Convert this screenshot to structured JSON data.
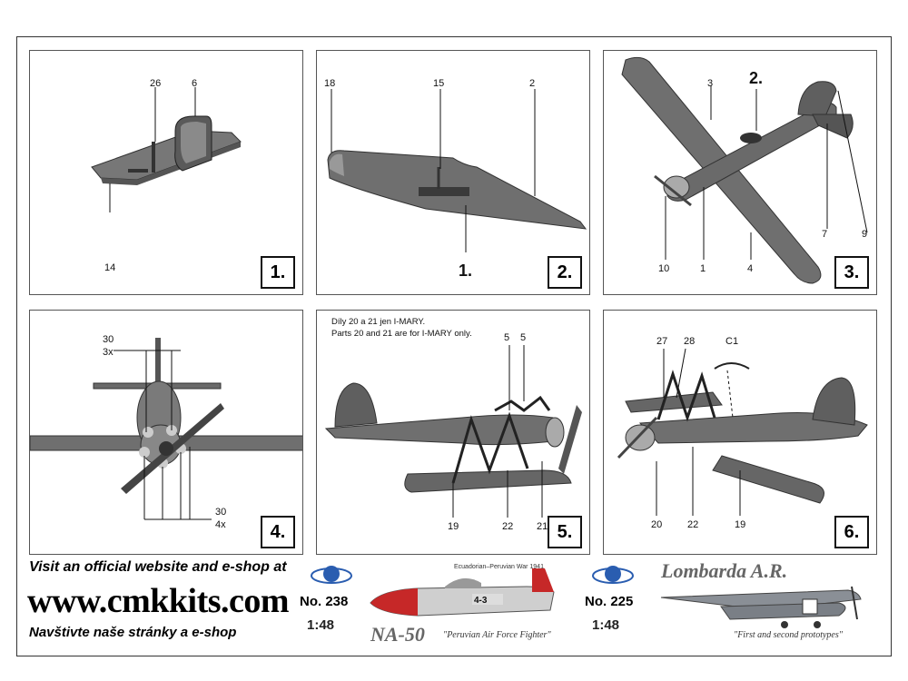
{
  "panels": {
    "p1": {
      "step": "1.",
      "labels": {
        "a": "26",
        "b": "6",
        "c": "14"
      }
    },
    "p2": {
      "step": "2.",
      "labels": {
        "a": "18",
        "b": "15",
        "c": "2",
        "sub": "1."
      }
    },
    "p3": {
      "step": "3.",
      "labels": {
        "a": "3",
        "b": "2.",
        "c": "9",
        "d": "7",
        "e": "10",
        "f": "1",
        "g": "4"
      }
    },
    "p4": {
      "step": "4.",
      "labels": {
        "a": "30",
        "b": "3x",
        "c": "30",
        "d": "4x"
      }
    },
    "p5": {
      "step": "5.",
      "note1": "Díly 20 a 21 jen I-MARY.",
      "note2": "Parts 20 and 21 are for I-MARY only.",
      "labels": {
        "a": "5",
        "b": "5",
        "c": "19",
        "d": "22",
        "e": "21"
      }
    },
    "p6": {
      "step": "6.",
      "labels": {
        "a": "27",
        "b": "28",
        "c": "C1",
        "d": "20",
        "e": "22",
        "f": "19"
      }
    }
  },
  "footer": {
    "visit_en": "Visit an official website and e-shop at",
    "url": "www.cmkkits.com",
    "visit_cz": "Navštivte naše stránky a e-shop",
    "kit1": {
      "number": "No. 238",
      "scale": "1:48",
      "name": "NA-50",
      "subtitle": "\"Peruvian Air Force Fighter\"",
      "caption": "Ecuadorian–Peruvian War 1941",
      "marking": "4-3"
    },
    "kit2": {
      "number": "No. 225",
      "scale": "1:48",
      "name": "Lombarda A.R.",
      "subtitle": "\"First and second prototypes\""
    }
  },
  "colors": {
    "aircraft": "#6f6f6f",
    "aircraft_dark": "#4a4a4a",
    "frame": "#333333"
  }
}
